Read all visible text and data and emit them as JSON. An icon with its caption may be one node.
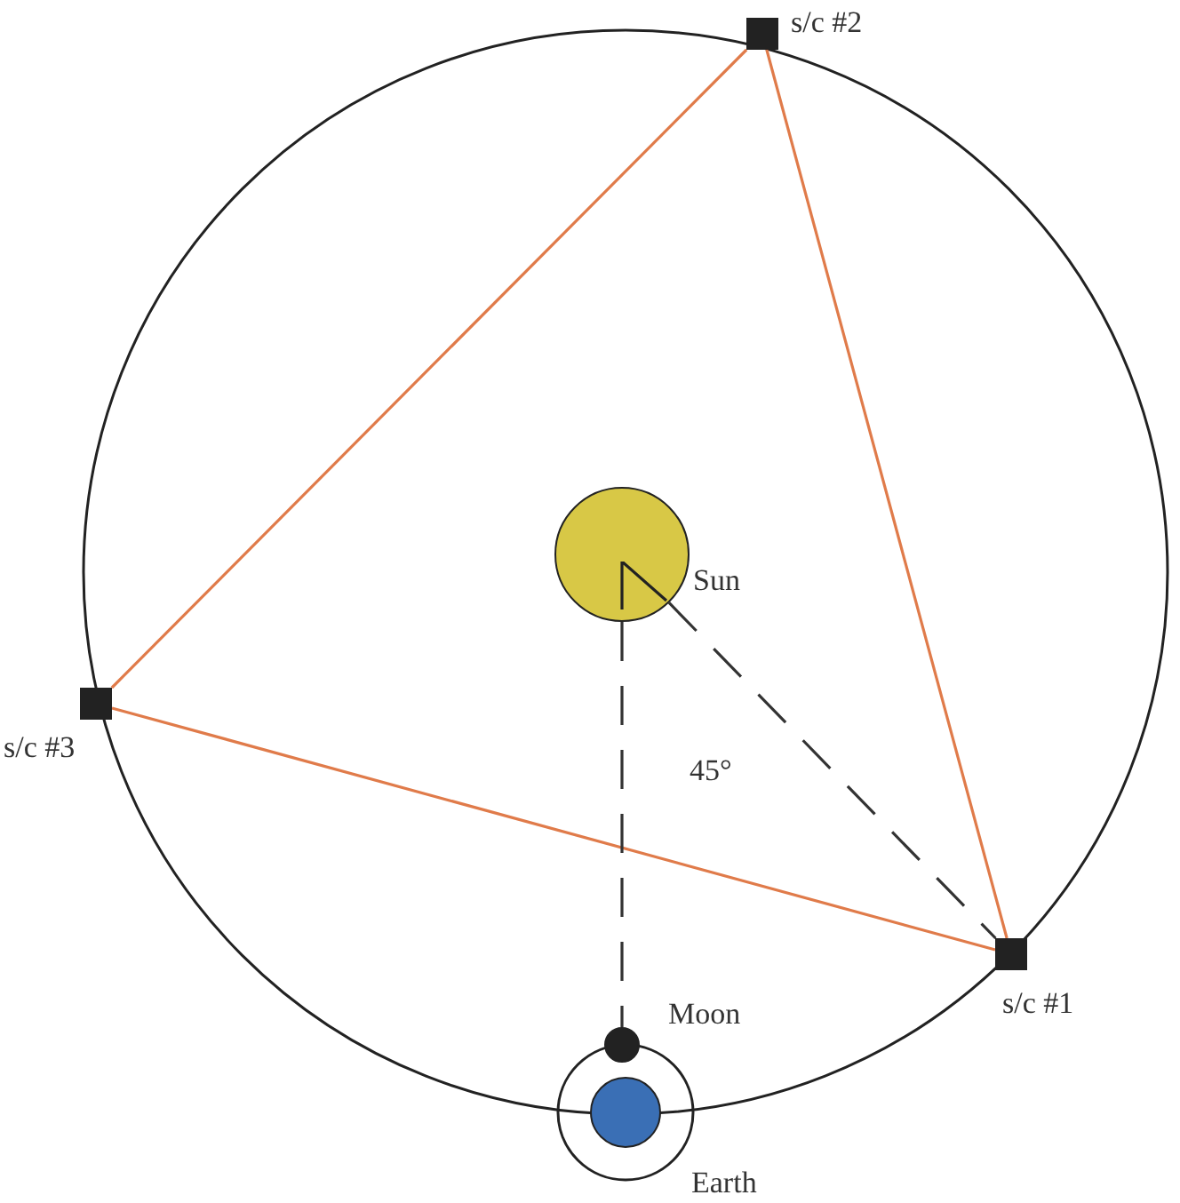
{
  "diagram": {
    "nodes": [
      {
        "text": [],
        "shape": "box",
        "beside": [
          "s/c #2"
        ]
      },
      {
        "text": [],
        "shape": "circle",
        "beside": [
          "Sun"
        ]
      },
      {
        "text": [],
        "shape": "box",
        "beside": [
          "s/c #3"
        ]
      },
      {
        "text": [],
        "shape": "box",
        "beside": [
          "s/c #1"
        ]
      },
      {
        "text": [],
        "shape": "circle",
        "beside": [
          "Moon"
        ]
      },
      {
        "text": [],
        "shape": "circle",
        "beside": [
          "Earth"
        ]
      }
    ],
    "edges": [
      {
        "from": 0,
        "to": 3,
        "arrow": "none"
      },
      {
        "from": 0,
        "to": 2,
        "arrow": "none"
      },
      {
        "from": 2,
        "to": 3,
        "arrow": "none"
      },
      {
        "from": 1,
        "to": 4,
        "arrow": "none",
        "style": "dashed",
        "color": "#333333"
      },
      {
        "from": 1,
        "to": 3,
        "arrow": "none",
        "style": "dashed",
        "color": "#333333"
      }
    ],
    "labels": [
      "45°"
    ]
  }
}
